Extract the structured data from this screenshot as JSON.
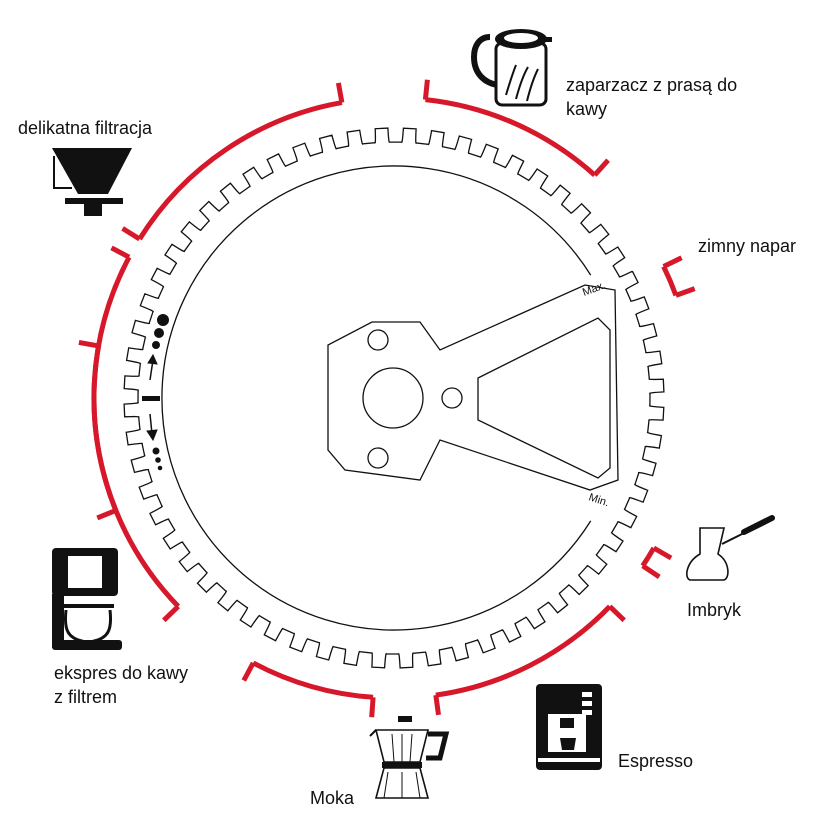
{
  "accent_color": "#d6182a",
  "labels": {
    "french_press": "zaparzacz z prasą do\nkawy",
    "cold_brew": "zimny napar",
    "pour_over": "delikatna filtracja",
    "turkish": "Imbryk",
    "drip": "ekspres do kawy\nz filtrem",
    "espresso": "Espresso",
    "moka": "Moka",
    "max": "Max.",
    "min": "Min."
  },
  "icons": {
    "french_press": "french-press-icon",
    "pour_over": "pour-over-dripper-icon",
    "turkish": "cezve-icon",
    "drip": "drip-coffee-maker-icon",
    "espresso": "espresso-machine-icon",
    "moka": "moka-pot-icon",
    "scale": "coarse-fine-dots-icon"
  }
}
